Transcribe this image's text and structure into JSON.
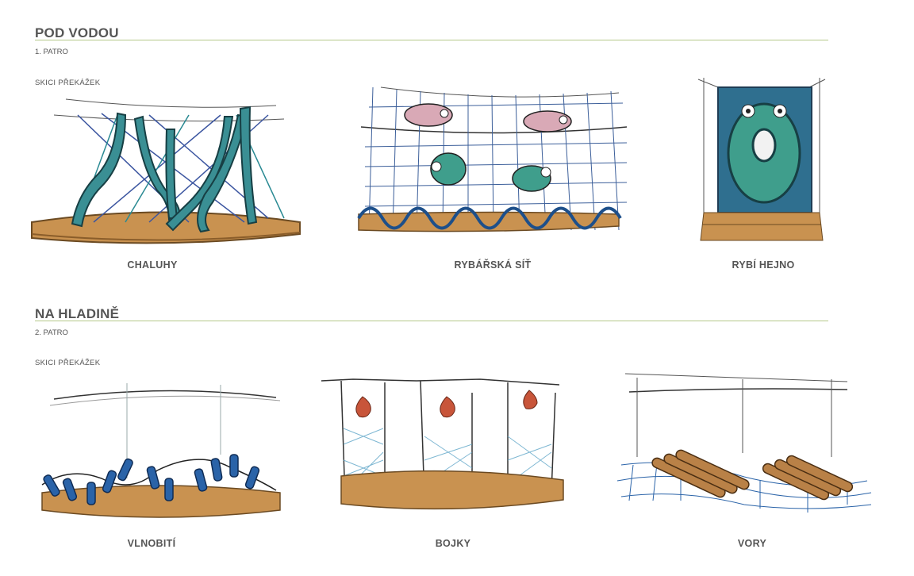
{
  "sections": [
    {
      "title": "POD VODOU",
      "floor": "1. PATRO",
      "sketch_label": "SKICI  PŘEKÁŽEK",
      "obstacles": [
        {
          "name": "CHALUHY"
        },
        {
          "name": "RYBÁŘSKÁ SÍŤ"
        },
        {
          "name": "RYBÍ HEJNO"
        }
      ]
    },
    {
      "title": "NA HLADINĚ",
      "floor": "2. PATRO",
      "sketch_label": "SKICI  PŘEKÁŽEK",
      "obstacles": [
        {
          "name": "VLNOBITÍ"
        },
        {
          "name": "BOJKY"
        },
        {
          "name": "VORY"
        }
      ]
    }
  ],
  "colors": {
    "accent_rule": "#b5c98a",
    "text": "#555555",
    "wood": "#c99250",
    "seaweed": "#2f7f82",
    "net": "#3c5f9a"
  }
}
